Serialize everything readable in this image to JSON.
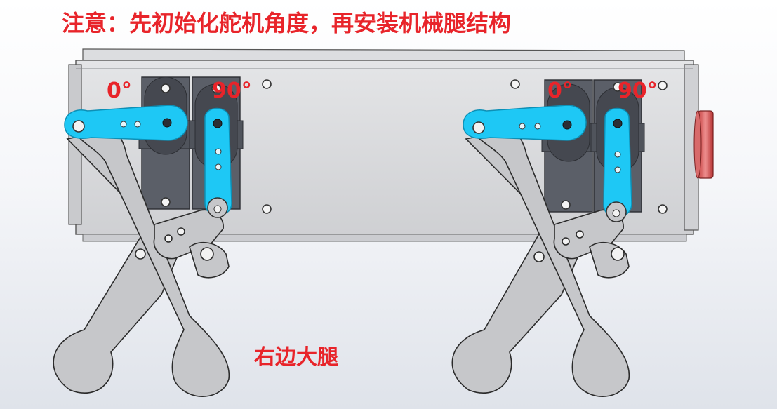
{
  "note": "注意：先初始化舵机角度，再安装机械腿结构",
  "caption": "右边大腿",
  "servo_labels": {
    "left_front": "0°",
    "left_rear": "90°",
    "right_front": "0°",
    "right_rear": "90°"
  },
  "colors": {
    "annotation_text": "#e8242a",
    "servo_horn": "#1ec8f5",
    "servo_body": "#595d66",
    "frame": "#d6d7da",
    "leg": "#c7c8cb",
    "motor": "#d24a4a"
  }
}
